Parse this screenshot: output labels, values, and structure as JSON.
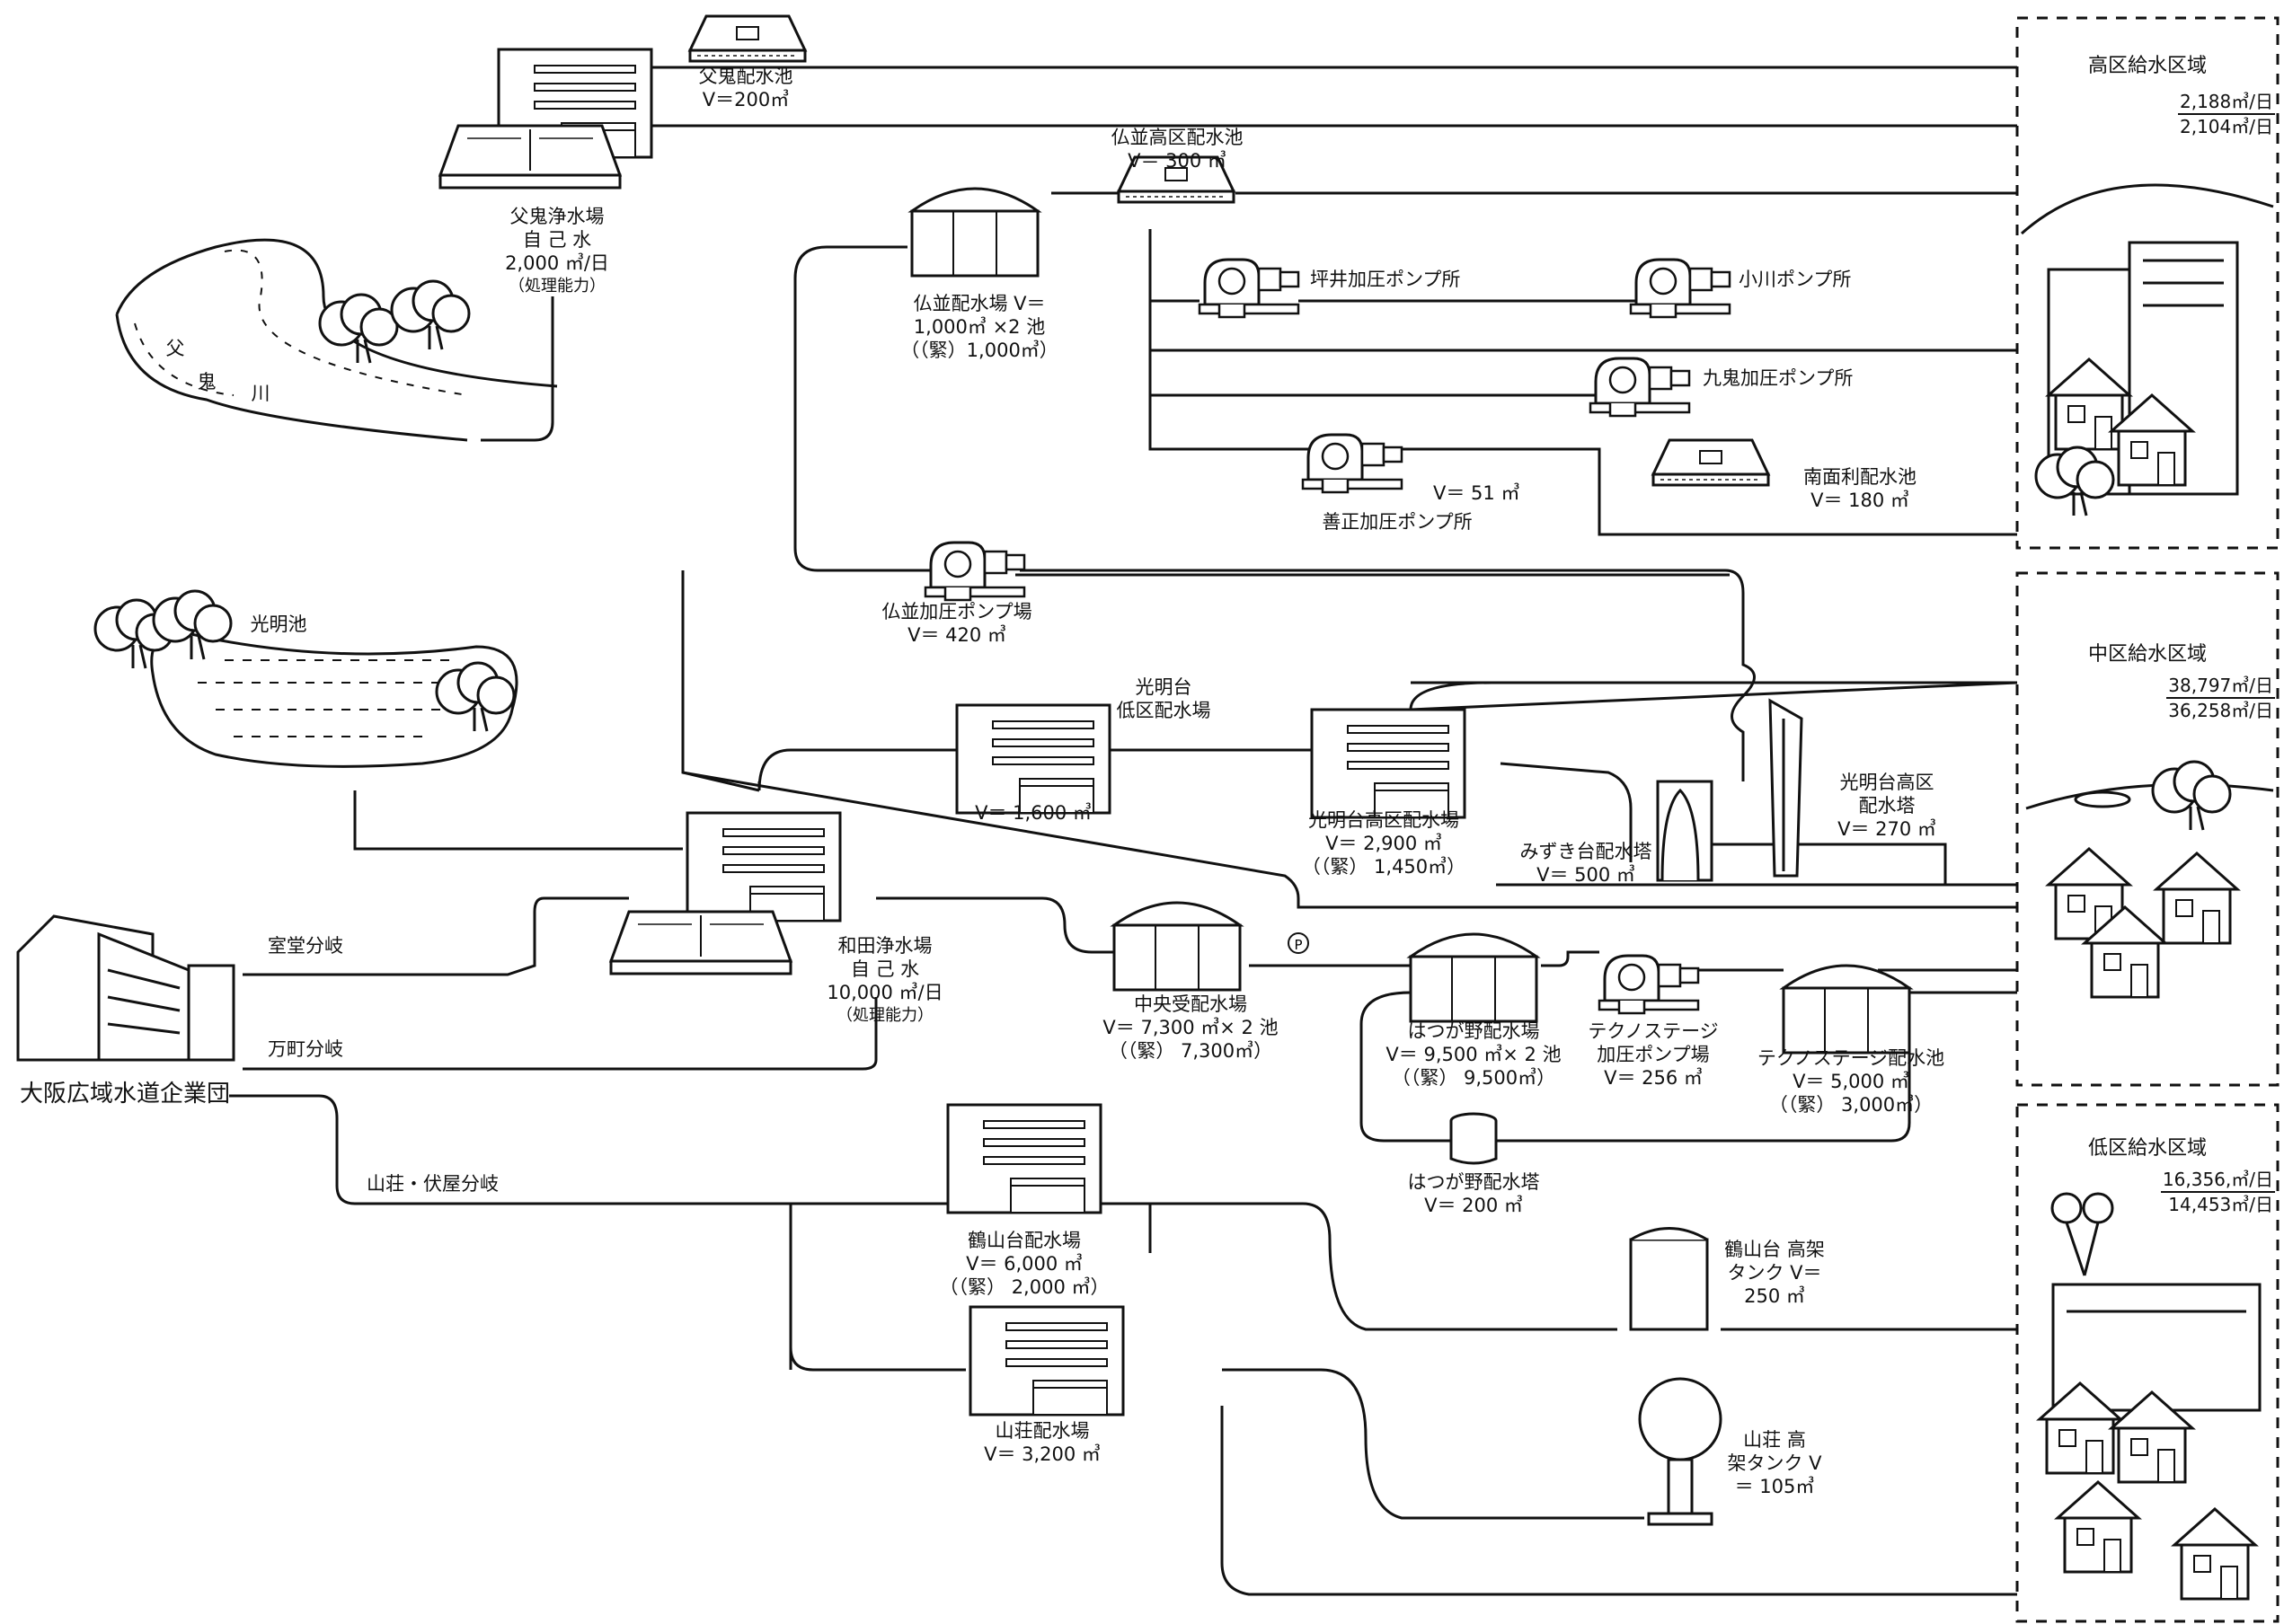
{
  "zones": {
    "high": {
      "title": "高区給水区域",
      "flow1": "2,188㎥/日",
      "flow2": "2,104㎥/日"
    },
    "mid": {
      "title": "中区給水区域",
      "flow1": "38,797㎥/日",
      "flow2": "36,258㎥/日"
    },
    "low": {
      "title": "低区給水区域",
      "flow1": "16,356,㎥/日",
      "flow2": "14,453㎥/日"
    }
  },
  "facilities": {
    "chichioni_pool": {
      "name": "父鬼配水池",
      "vol": "V＝200㎥"
    },
    "chichioni_plant": {
      "name": "父鬼浄水場",
      "l2": "自 己 水",
      "l3": "2,000 ㎥/日",
      "l4": "（処理能力）"
    },
    "bunami_high_pool": {
      "name": "仏並高区配水池",
      "vol": "V＝ 300 ㎥"
    },
    "bunami_plant": {
      "l1": "仏並配水場 V＝",
      "l2": "1,000㎥ ×2 池",
      "l3": "（（緊）1,000㎥）"
    },
    "tsuboi_pump": {
      "name": "坪井加圧ポンプ所"
    },
    "ogawa_pump": {
      "name": "小川ポンプ所"
    },
    "kuki_pump": {
      "name": "九鬼加圧ポンプ所"
    },
    "minamimenri_pool": {
      "name": "南面利配水池",
      "vol": "V＝ 180 ㎥"
    },
    "zensho_pump": {
      "vol": "V＝ 51 ㎥",
      "name": "善正加圧ポンプ所"
    },
    "bunami_pump": {
      "name": "仏並加圧ポンプ場",
      "vol": "V＝ 420 ㎥"
    },
    "komyodai_low": {
      "l1": "光明台",
      "l2": "低区配水場",
      "vol": "V＝ 1,600 ㎥"
    },
    "komyodai_high": {
      "name": "光明台高区配水場",
      "vol": "V＝ 2,900 ㎥",
      "em": "（（緊） 1,450㎥）"
    },
    "mizukidai_tower": {
      "name": "みずき台配水塔",
      "vol": "V＝ 500 ㎥"
    },
    "komyodai_tower": {
      "l1": "光明台高区",
      "l2": "配水塔",
      "vol": "V＝ 270 ㎥"
    },
    "wada_plant": {
      "name": "和田浄水場",
      "l2": "自 己 水",
      "l3": "10,000 ㎥/日",
      "l4": "（処理能力）"
    },
    "chuo": {
      "name": "中央受配水場",
      "vol": "V＝ 7,300 ㎥× 2 池",
      "em": "（（緊） 7,300㎥）"
    },
    "hatsugano": {
      "name": "はつが野配水場",
      "vol": "V＝ 9,500 ㎥× 2 池",
      "em": "（（緊） 9,500㎥）"
    },
    "techno_pump": {
      "l1": "テクノステージ",
      "l2": "加圧ポンプ場",
      "vol": "V＝ 256 ㎥"
    },
    "techno_pool": {
      "name": "テクノステージ配水池",
      "vol": "V＝ 5,000 ㎥",
      "em": "（（緊） 3,000㎥）"
    },
    "hatsugano_tower": {
      "name": "はつが野配水塔",
      "vol": "V＝ 200 ㎥"
    },
    "tsuruyamadai": {
      "name": "鶴山台配水場",
      "vol": "V＝ 6,000 ㎥",
      "em": "（（緊） 2,000 ㎥）"
    },
    "tsuruyamadai_tank": {
      "l1": "鶴山台 高架",
      "l2": "タンク V＝",
      "l3": "250 ㎥"
    },
    "sanso": {
      "name": "山荘配水場",
      "vol": "V＝ 3,200 ㎥"
    },
    "sanso_tank": {
      "l1": "山荘 高",
      "l2": "架タンク V",
      "l3": "＝ 105㎥"
    },
    "osaka": {
      "name": "大阪広域水道企業団"
    }
  },
  "branches": {
    "muro": "室堂分岐",
    "man": "万町分岐",
    "sanso_fuseya": "山荘・伏屋分岐"
  },
  "landmarks": {
    "river": [
      "父",
      "鬼",
      "川"
    ],
    "pond": "光明池",
    "pump_mark": "P"
  }
}
